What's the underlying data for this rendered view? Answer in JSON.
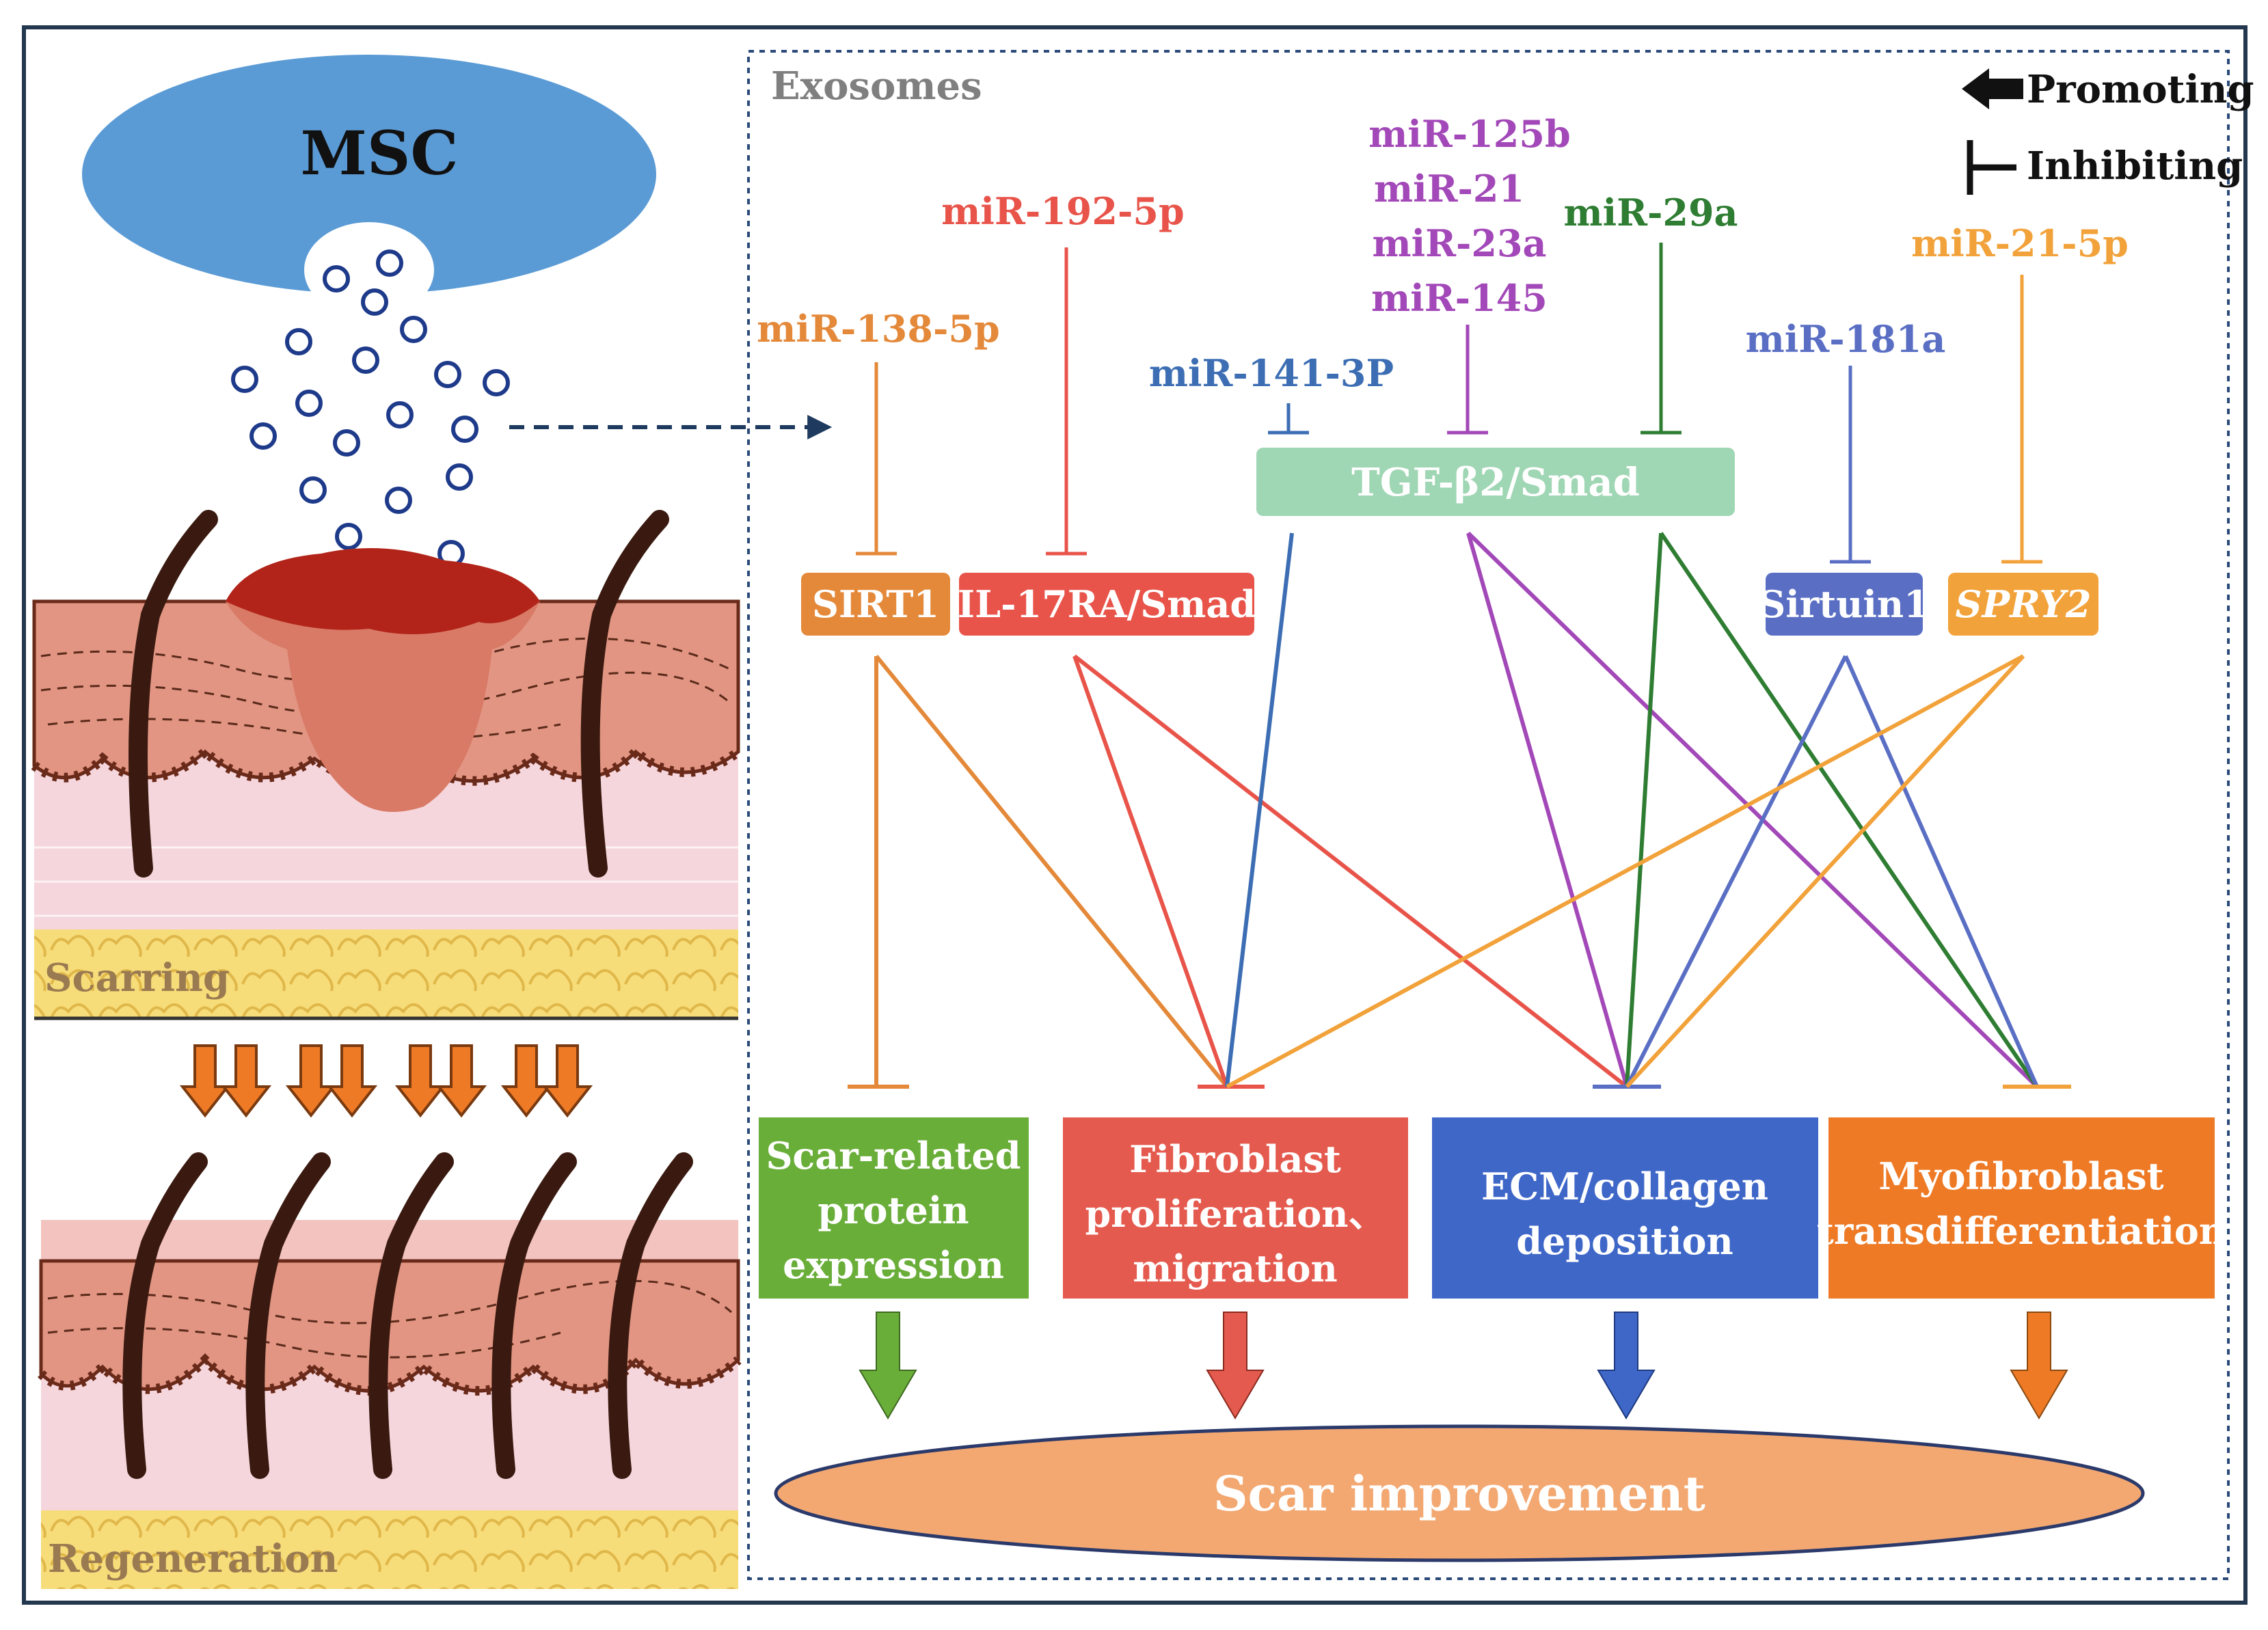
{
  "source": {
    "label": "MSC",
    "color": "#5b9bd5"
  },
  "panel": {
    "title": "Exosomes"
  },
  "legend": {
    "promoting": "Promoting",
    "inhibiting": "Inhibiting"
  },
  "skin": {
    "top_label": "Scarring",
    "bottom_label": "Regeneration"
  },
  "mirnas": {
    "mir138": "miR-138-5p",
    "mir192": "miR-192-5p",
    "mir141": "miR-141-3P",
    "mir125b": "miR-125b",
    "mir21": "miR-21",
    "mir23a": "miR-23a",
    "mir145": "miR-145",
    "mir29a": "miR-29a",
    "mir181a": "miR-181a",
    "mir21_5p": "miR-21-5p"
  },
  "targets": {
    "sirt1": "SIRT1",
    "il17ra": "IL-17RA/Smad",
    "tgfb2": "TGF-β2/Smad",
    "sirtuin1": "Sirtuin1",
    "spry2": "SPRY2"
  },
  "outcomes": {
    "scar_protein": [
      "Scar-related",
      "protein",
      "expression"
    ],
    "fibroblast": [
      "Fibroblast",
      "proliferation、",
      "migration"
    ],
    "ecm": [
      "ECM/collagen",
      "deposition"
    ],
    "myofibroblast": [
      "Myofibroblast",
      "transdifferentiation"
    ]
  },
  "result": {
    "label": "Scar improvement"
  },
  "colors": {
    "orange_mir": "#e4893a",
    "red_mir": "#e8544a",
    "blue_mir": "#3d6eb4",
    "purple_mir": "#a348b8",
    "green_mir": "#2e7d32",
    "violet_mir": "#5a6fc4",
    "amber_mir": "#f2a23a",
    "green_box": "#6aae3a",
    "red_box": "#e55a4e",
    "blue_box": "#3e67c8",
    "orange_box": "#ee7a26",
    "tgf_box": "#9fd6b4",
    "ellipse": "#f3a872"
  }
}
